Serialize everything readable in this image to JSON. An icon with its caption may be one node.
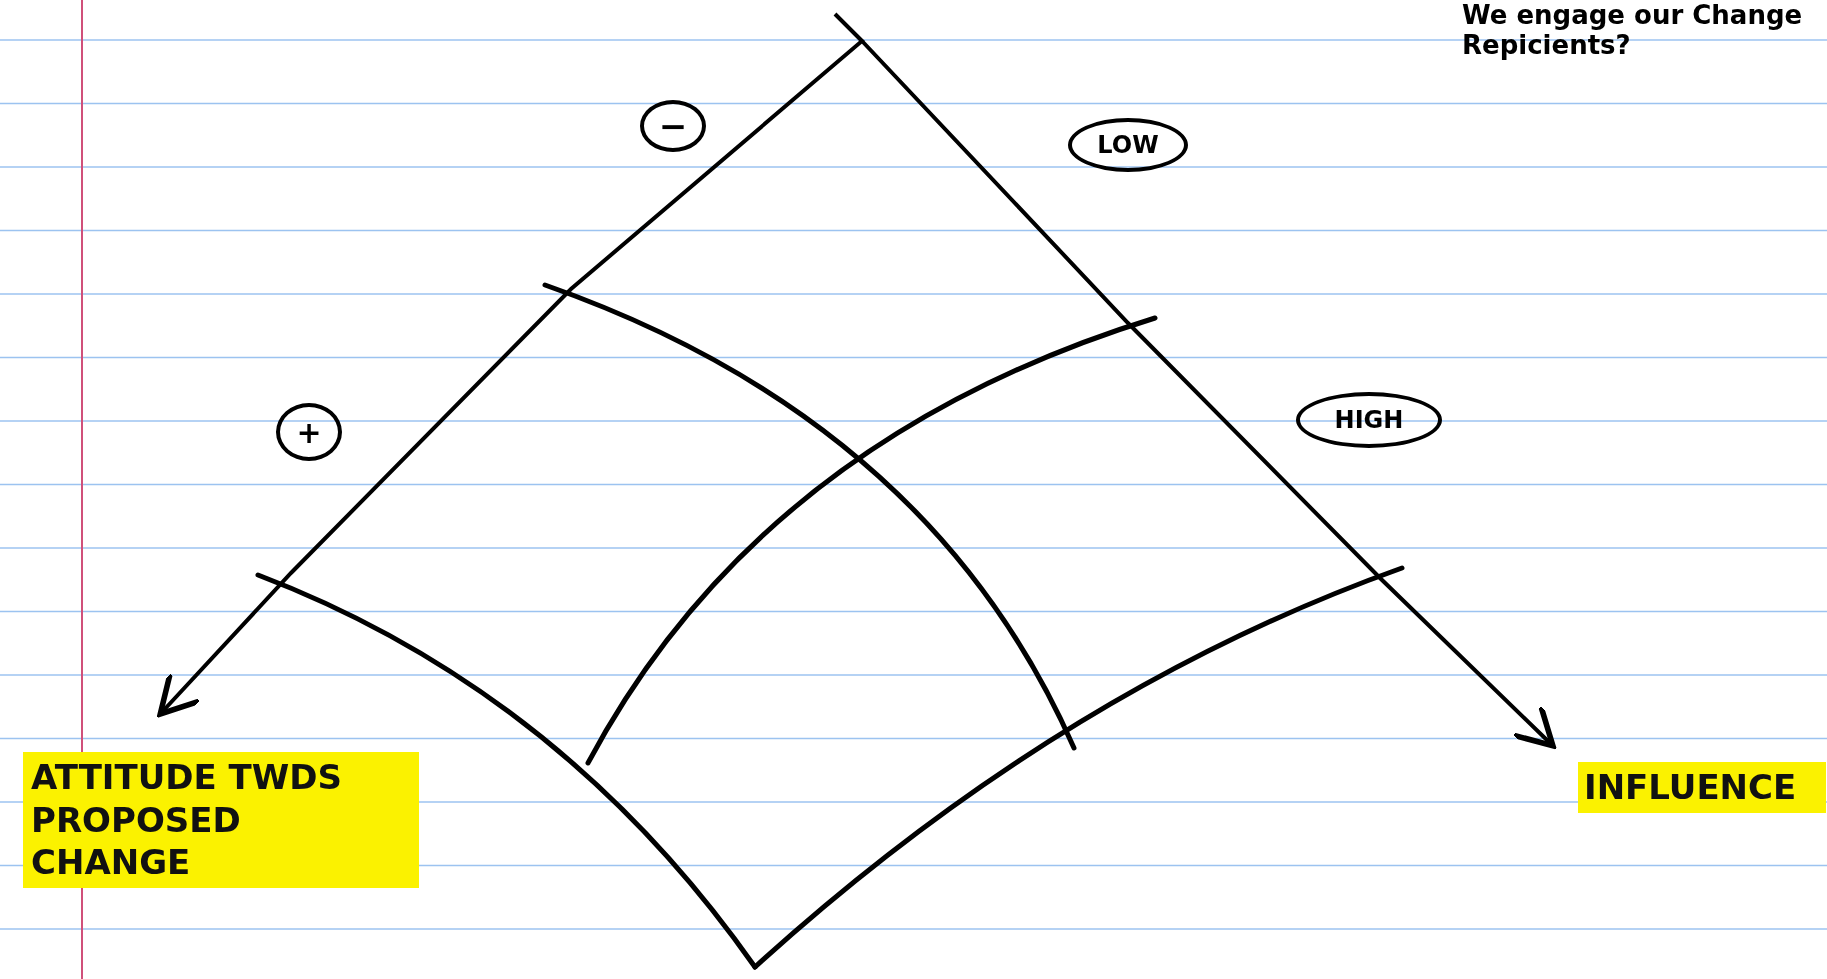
{
  "diagram": {
    "nodes": [
      {
        "text": [
          "−"
        ]
      },
      {
        "text": [
          "LOW"
        ]
      },
      {
        "text": [
          "+"
        ]
      },
      {
        "text": [
          "HIGH"
        ]
      }
    ],
    "labels": [
      "We engage our Change Repicients?",
      "ATTITUDE TWDS PROPOSED CHANGE",
      "INFLUENCE"
    ]
  }
}
